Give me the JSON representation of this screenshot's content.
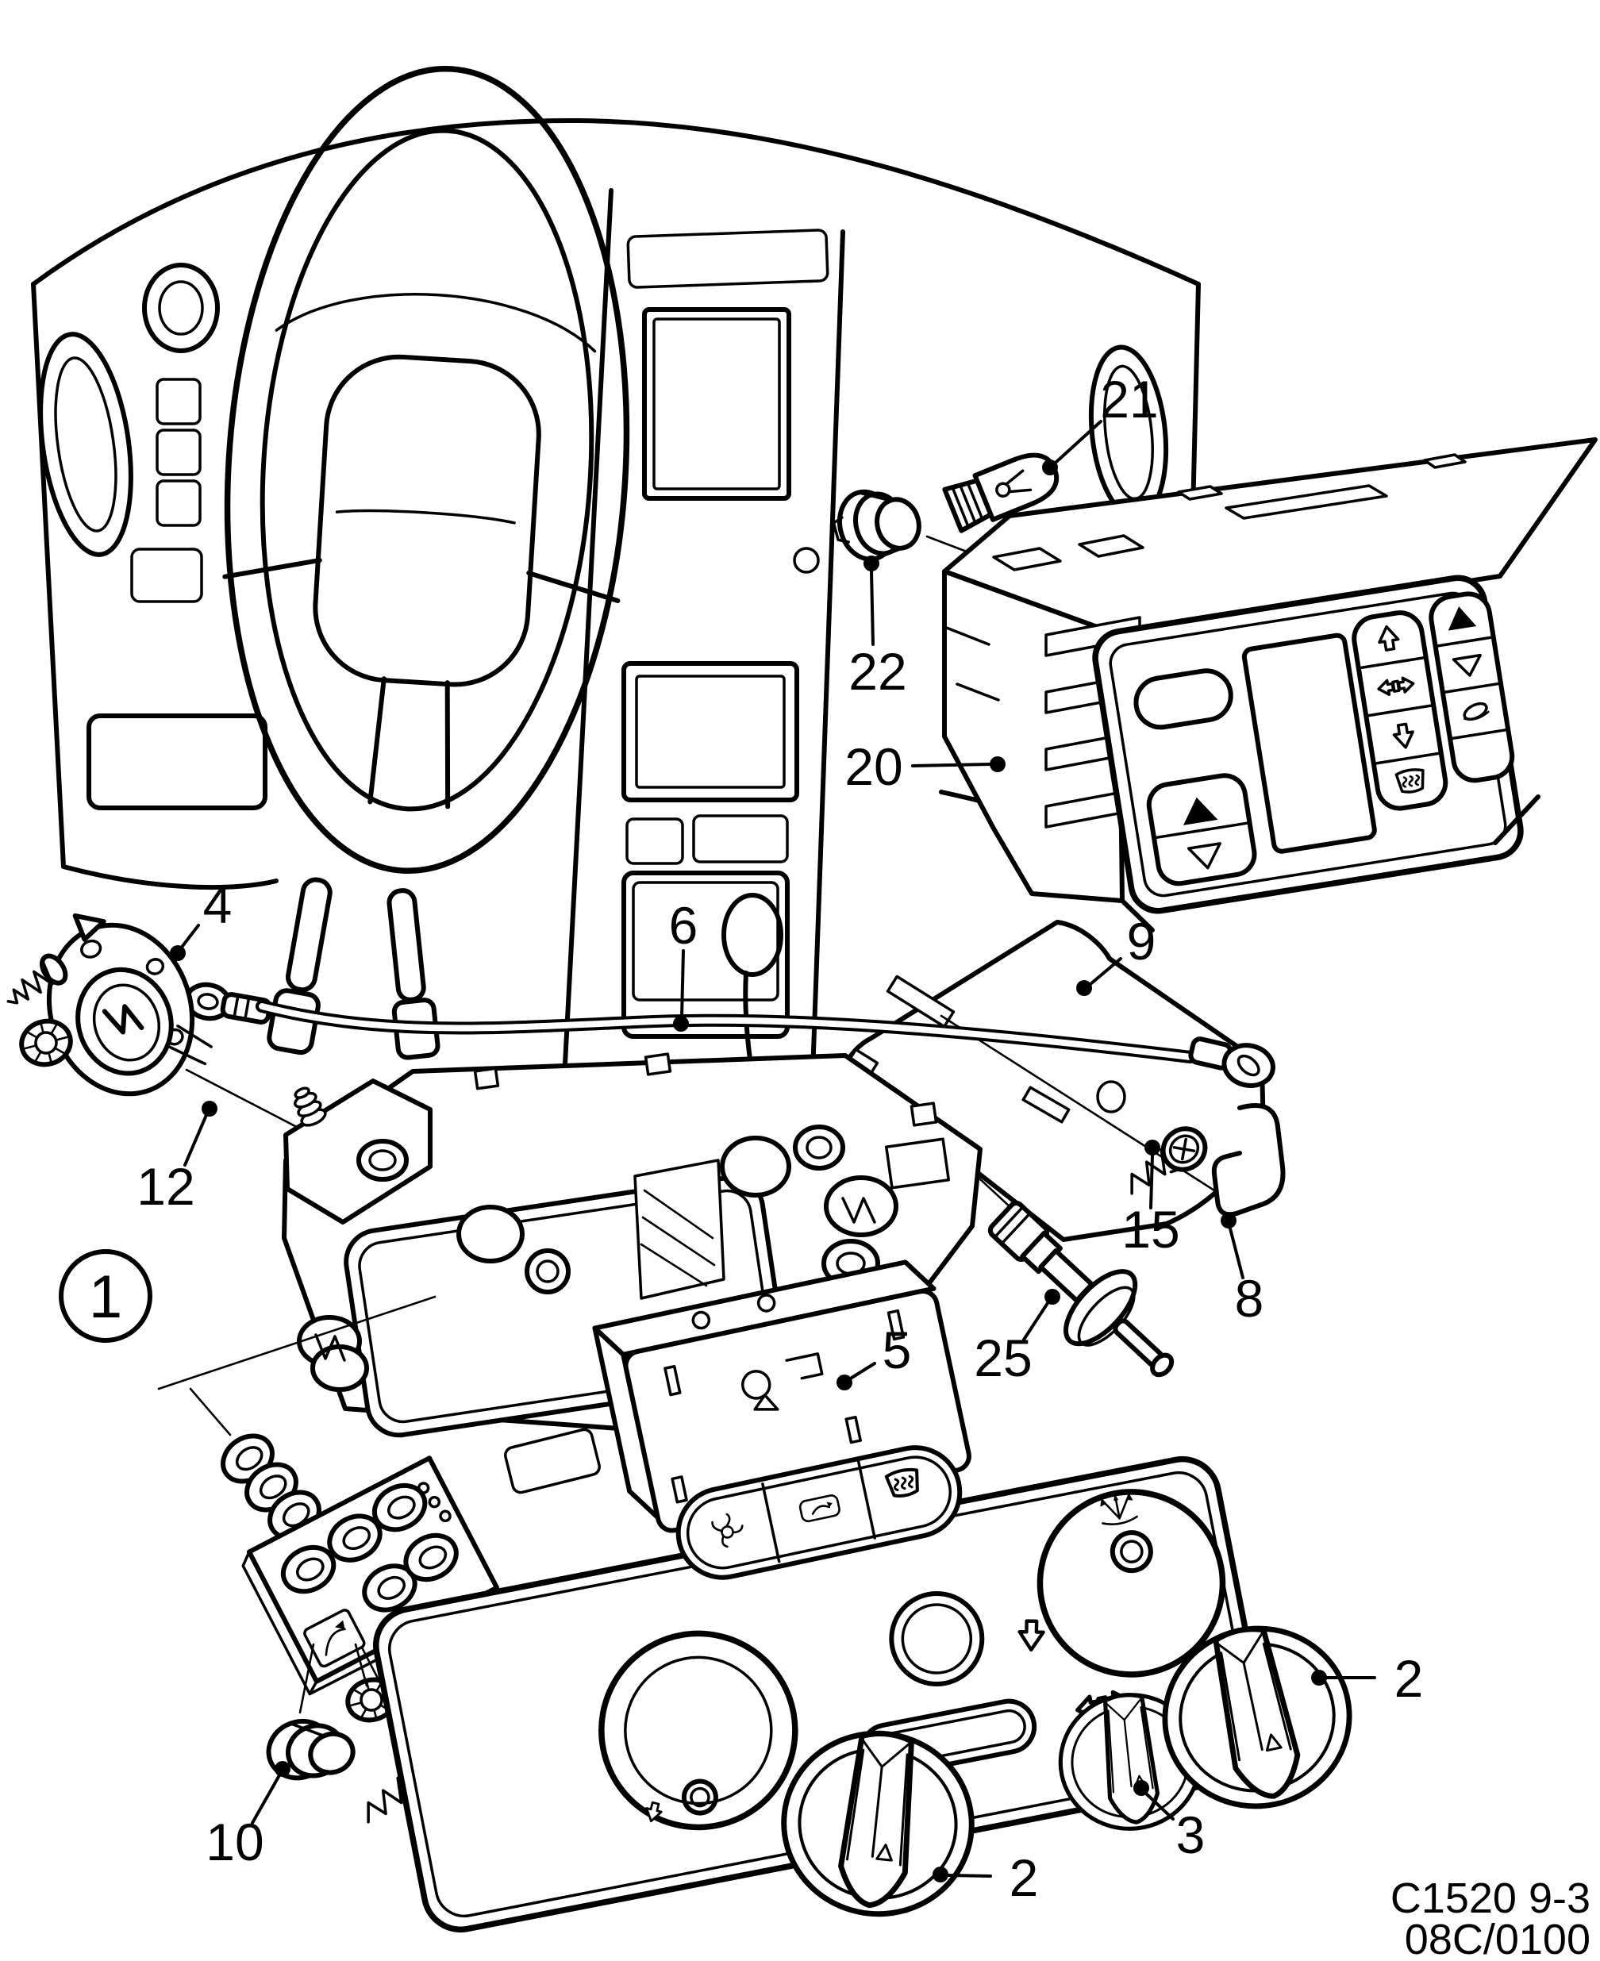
{
  "figure": {
    "drawing_code": "C1520 9-3",
    "sheet_code": "08C/0100",
    "line_color": "#000000",
    "background_color": "#ffffff"
  },
  "callouts": {
    "assembly": {
      "label": "1",
      "style": "circled"
    },
    "knob_right": {
      "label": "2"
    },
    "knob_bottom": {
      "label": "2"
    },
    "knob_middle": {
      "label": "3"
    },
    "switch": {
      "label": "4"
    },
    "switch_block": {
      "label": "5"
    },
    "cable": {
      "label": "6"
    },
    "clip": {
      "label": "8"
    },
    "bracket": {
      "label": "9"
    },
    "socket_single": {
      "label": "10"
    },
    "stud": {
      "label": "12"
    },
    "screw": {
      "label": "15"
    },
    "control_unit": {
      "label": "20"
    },
    "bulb": {
      "label": "21"
    },
    "bulb_socket": {
      "label": "22"
    },
    "temp_sensor": {
      "label": "25"
    }
  },
  "icons": {
    "acc_unit": [
      "auto-button",
      "fan-up-triangle",
      "fan-down-triangle",
      "temp-up-arrow",
      "air-distribution",
      "temp-down-arrow",
      "rear-defrost",
      "up-triangle",
      "down-triangle",
      "ac-mode"
    ],
    "manual_panel": [
      "windshield-defrost",
      "down-arrow",
      "air-distribution"
    ],
    "switch_block": [
      "fan",
      "recirculation",
      "rear-defrost"
    ]
  }
}
